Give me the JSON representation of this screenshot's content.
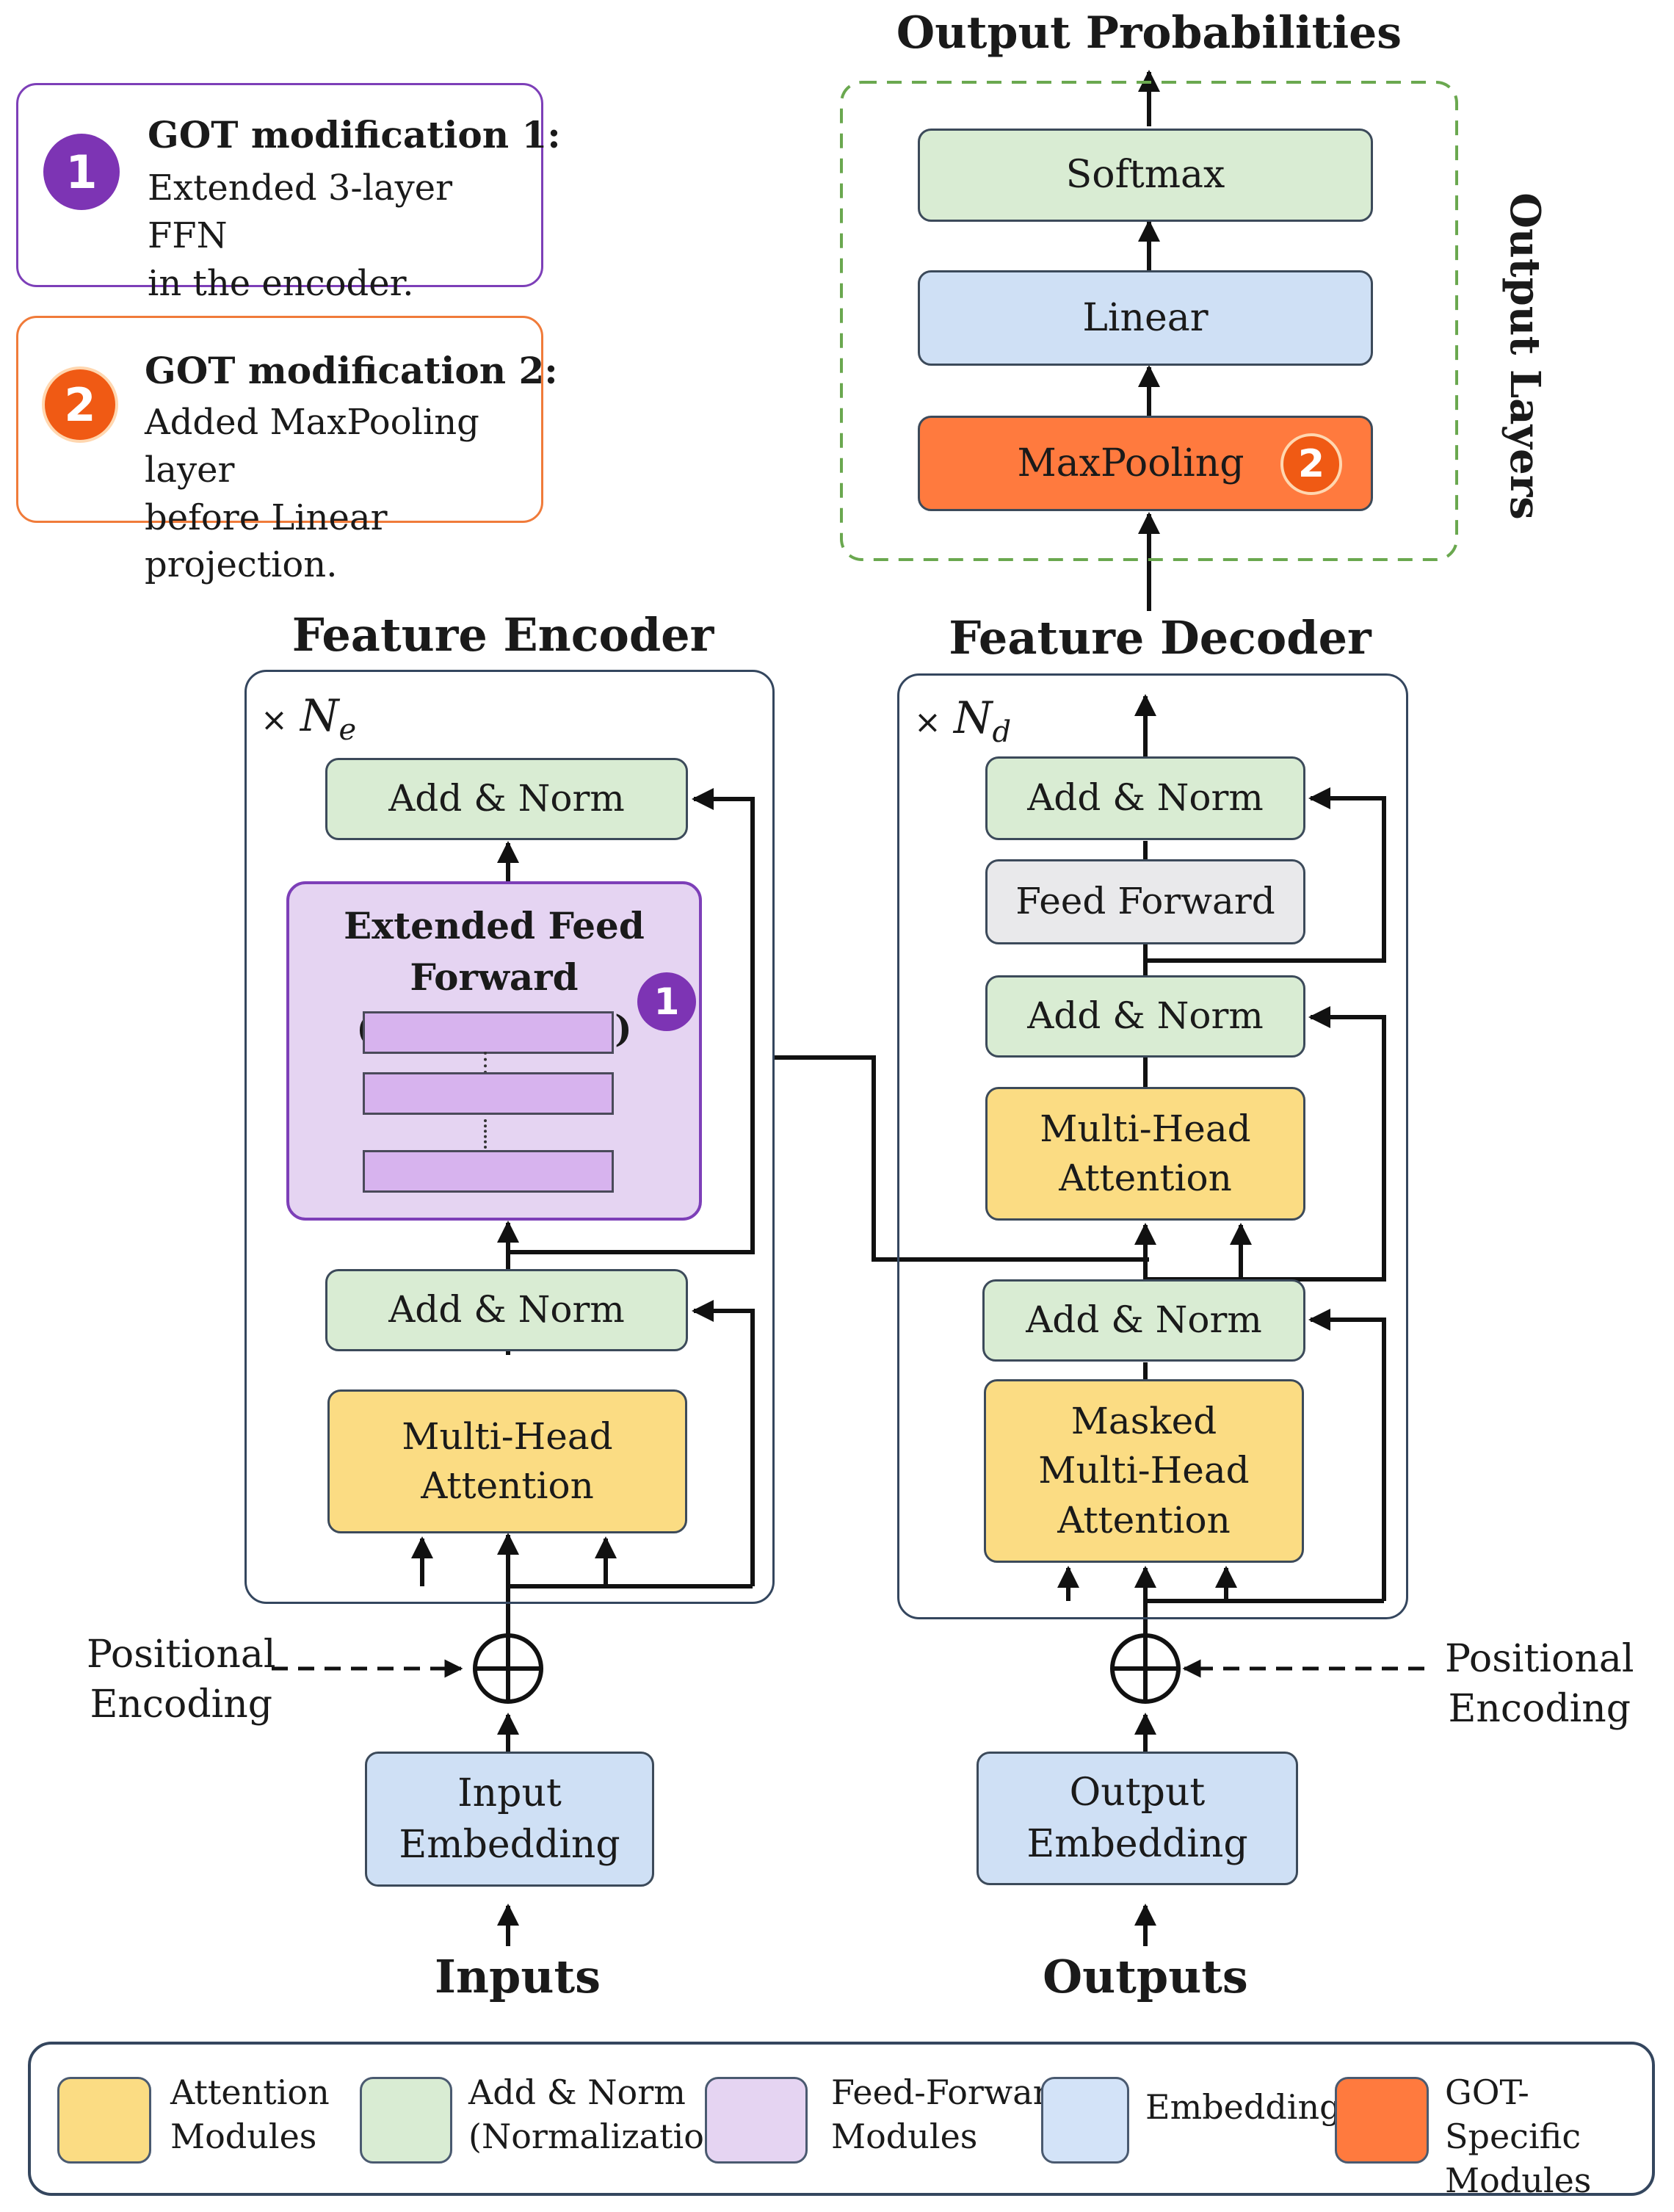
{
  "mods": [
    {
      "number": "1",
      "title": "GOT modification 1:",
      "text": "Extended 3-layer FFN\nin the encoder."
    },
    {
      "number": "2",
      "title": "GOT modification 2:",
      "text": "Added MaxPooling layer\nbefore Linear projection."
    }
  ],
  "output": {
    "title": "Output Probabilities",
    "group_label": "Output Layers",
    "softmax": "Softmax",
    "linear": "Linear",
    "maxpool": "MaxPooling",
    "maxpool_badge": "2"
  },
  "encoder": {
    "title": "Feature Encoder",
    "repeat_prefix": "×",
    "repeat_var": "N",
    "repeat_sub": "e",
    "add_norm_top": "Add & Norm",
    "ffn_title": "Extended Feed Forward\n(3-layer FFN)",
    "ffn_badge": "1",
    "add_norm_bottom": "Add & Norm",
    "attention": "Multi-Head\nAttention",
    "pos_enc": "Positional\nEncoding",
    "embedding": "Input\nEmbedding",
    "io": "Inputs"
  },
  "decoder": {
    "title": "Feature Decoder",
    "repeat_prefix": "×",
    "repeat_var": "N",
    "repeat_sub": "d",
    "add_norm_1": "Add & Norm",
    "feed_forward": "Feed Forward",
    "add_norm_2": "Add & Norm",
    "cross_attention": "Multi-Head\nAttention",
    "add_norm_3": "Add & Norm",
    "masked_attention": "Masked\nMulti-Head\nAttention",
    "pos_enc": "Positional\nEncoding",
    "embedding": "Output\nEmbedding",
    "io": "Outputs"
  },
  "legend": [
    {
      "color": "#fbdc83",
      "text": "Attention\nModules"
    },
    {
      "color": "#d9ecd3",
      "text": "Add & Norm\n(Normalization)"
    },
    {
      "color": "#e5d4f2",
      "text": "Feed-Forward\nModules"
    },
    {
      "color": "#d3e3f8",
      "text": "Embeddings"
    },
    {
      "color": "#ff7a3e",
      "text": "GOT-Specific\nModules"
    }
  ]
}
